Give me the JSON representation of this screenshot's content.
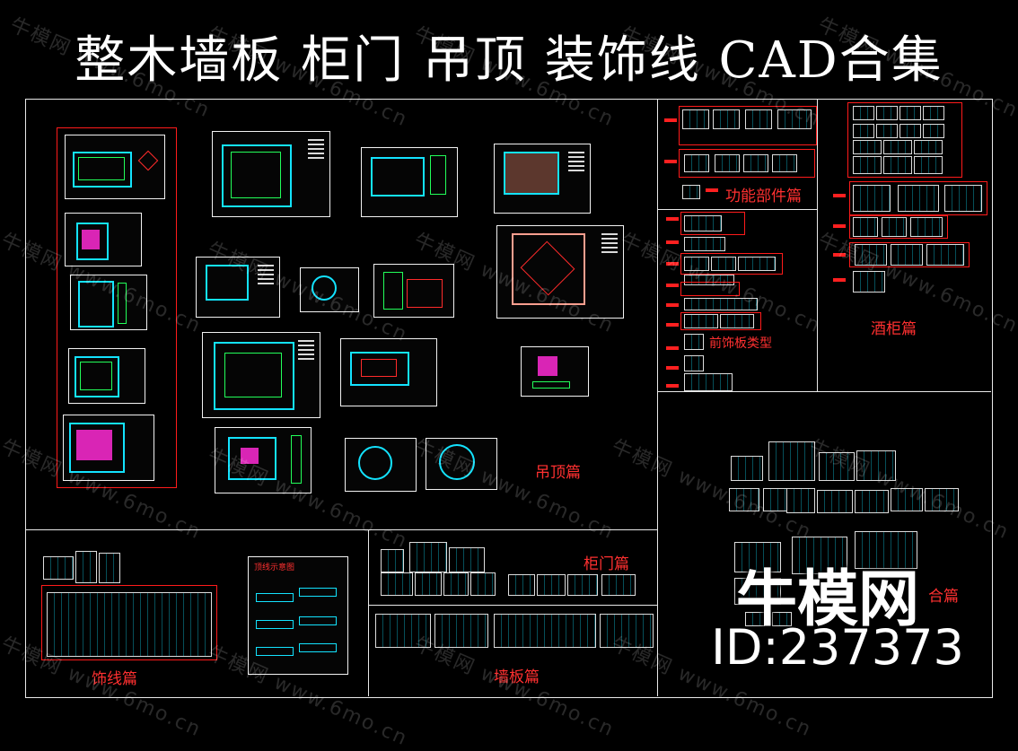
{
  "title": "整木墙板 柜门 吊顶 装饰线 CAD合集",
  "labels": {
    "ceiling": "吊顶篇",
    "functional_parts": "功能部件篇",
    "front_panel_types": "前饰板类型",
    "wine_cabinet": "酒柜篇",
    "cabinet_door": "柜门篇",
    "molding": "饰线篇",
    "wall_panel": "墙板篇",
    "partial_section": "合篇"
  },
  "inner_sheet_title": "顶线示意图",
  "watermark_text": "牛模网 www.6mo.cn",
  "logo_text": "牛模网",
  "id_text": "ID:237373",
  "colors": {
    "background": "#000000",
    "frame": "#e9e9e9",
    "cyan": "#13e3ff",
    "green": "#22ff5a",
    "red": "#ff2b2b",
    "magenta": "#ff2bd5"
  }
}
